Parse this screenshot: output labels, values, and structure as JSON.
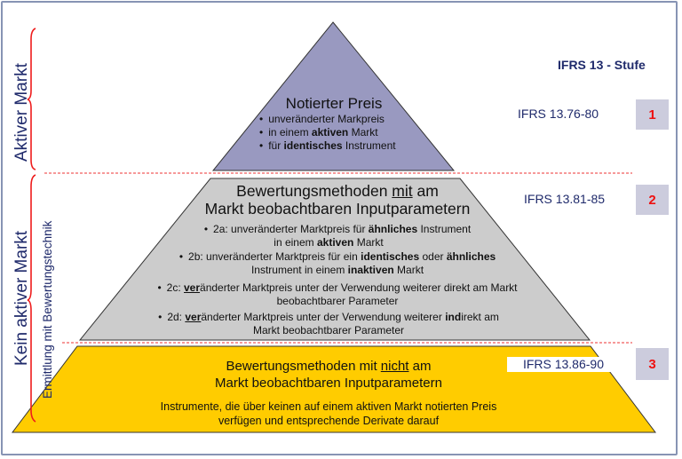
{
  "header": {
    "stufe_label": "IFRS 13 - Stufe"
  },
  "left_labels": {
    "aktiver_markt": "Aktiver Markt",
    "kein_aktiver_markt": "Kein aktiver Markt",
    "ermittlung": "Ermittlung mit Bewertungstechnik"
  },
  "levels": [
    {
      "title": "Notierter Preis",
      "bullets": [
        {
          "pre": "unveränderter Markpreis",
          "bold": "",
          "post": ""
        },
        {
          "pre": "in einem ",
          "bold": "aktiven",
          "post": " Markt"
        },
        {
          "pre": "für ",
          "bold": "identisches",
          "post": " Instrument"
        }
      ],
      "reference": "IFRS 13.76-80",
      "number": "1",
      "color": "#9999c0"
    },
    {
      "title_line1_pre": "Bewertungsmethoden ",
      "title_line1_u": "mit",
      "title_line1_post": " am",
      "title_line2": "Markt beobachtbaren Inputparametern",
      "bullets": {
        "a1": "2a: unveränderter Marktpreis für ",
        "a_bold": "ähnliches",
        "a2": " Instrument",
        "a_line2_pre": "in einem ",
        "a_line2_bold": "aktiven",
        "a_line2_post": " Markt",
        "b1": "2b: unveränderter Marktpreis für ein ",
        "b_bold1": "identisches",
        "b2": " oder ",
        "b_bold2": "ähnliches",
        "b_line2_pre": "Instrument in einem ",
        "b_line2_bold": "inaktiven",
        "b_line2_post": " Markt",
        "c1": "2c: ",
        "c_bold": "ver",
        "c2": "änderter Marktpreis unter der Verwendung weiterer direkt am Markt",
        "c_line2": "beobachtbarer Parameter",
        "d1": "2d: ",
        "d_bold": "ver",
        "d2": "änderter Marktpreis unter der Verwendung weiterer ",
        "d_bold2": "ind",
        "d3": "irekt am",
        "d_line2": "Markt beobachtbarer Parameter"
      },
      "reference": "IFRS 13.81-85",
      "number": "2",
      "color": "#cccccc"
    },
    {
      "title_line1_pre": "Bewertungsmethoden mit ",
      "title_line1_u": "nicht",
      "title_line1_post": " am",
      "title_line2": "Markt beobachtbaren Inputparametern",
      "desc_line1": "Instrumente, die über keinen auf einem aktiven Markt notierten Preis",
      "desc_line2": "verfügen und entsprechende Derivate darauf",
      "reference": "IFRS 13.86-90",
      "number": "3",
      "color": "#ffcc00"
    }
  ],
  "colors": {
    "brace": "#ee1c1c",
    "dashed_line": "#ee3333",
    "ref_text": "#1f2a6b",
    "level_box": "#ccccdd",
    "level_number": "#ee1111"
  }
}
